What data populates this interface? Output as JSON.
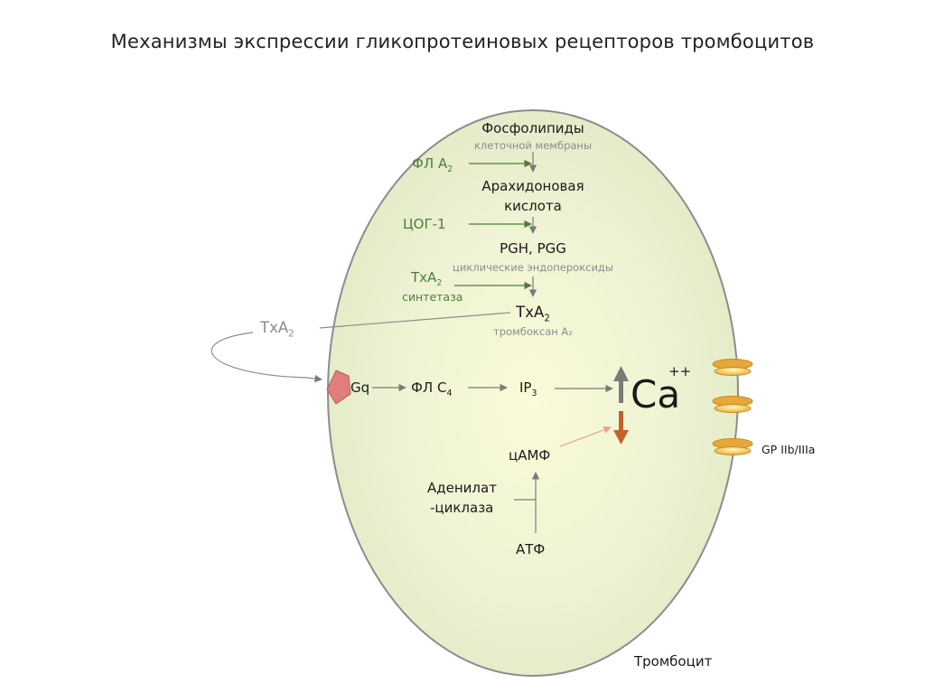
{
  "title": "Механизмы экспрессии гликопротеиновых рецепторов тромбоцитов",
  "cell": {
    "name": "Тромбоцит",
    "colors": {
      "fill_center": "#fafbd8",
      "fill_edge": "#e3ebc9",
      "outline": "#8c8c8c"
    }
  },
  "pathway": {
    "phospholipids": "Фосфолипиды",
    "membrane_note": "клеточной мембраны",
    "pla2_base": "ФЛ А",
    "pla2_sub": "2",
    "arachidonic_line1": "Арахидоновая",
    "arachidonic_line2": "кислота",
    "cox1": "ЦОГ-1",
    "pgh_pgg": "PGH, PGG",
    "endoperoxides_note": "циклические эндопероксиды",
    "txa2_synthase_base": "TxA",
    "txa2_synthase_sub": "2",
    "synthase_note": "синтетаза",
    "txa2_inner_base": "TxA",
    "txa2_inner_sub": "2",
    "thromboxane_note": "тромбоксан А₂"
  },
  "signaling": {
    "txa2_outer_base": "TxA",
    "txa2_outer_sub": "2",
    "gq": "Gq",
    "plc_base": "ФЛ С",
    "plc_sub": "4",
    "ip3_base": "IP",
    "ip3_sub": "3",
    "calcium": "Ca",
    "calcium_charge": "++",
    "camp": "цАМФ",
    "adenylate_line1": "Аденилат",
    "adenylate_line2": "-циклаза",
    "atp": "АТФ"
  },
  "receptor": {
    "label": "GP IIb/IIIa",
    "count": 3
  },
  "icons": {
    "up_arrow_color": "#7a7a7a",
    "down_arrow_color": "#c0622a",
    "enzyme_arrow_color": "#4e7d3a",
    "receptor_color": "#e9b33a",
    "gq_receptor_color": "#e07e7e"
  }
}
